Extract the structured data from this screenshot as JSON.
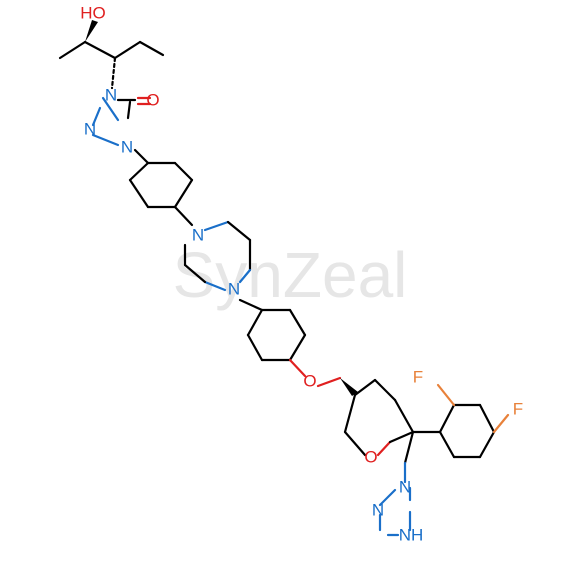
{
  "watermark": "SynZeal",
  "colors": {
    "carbon": "#000000",
    "nitrogen": "#1a6fc9",
    "oxygen": "#e02020",
    "fluorine": "#e8813a"
  },
  "atoms": {
    "oh": "HO",
    "n_triazolone_1": "N",
    "n_triazolone_2": "N",
    "o_carbonyl": "O",
    "n_triazolone_4": "N",
    "n_piperazine_top": "N",
    "n_piperazine_bottom": "N",
    "o_ether": "O",
    "o_ring": "O",
    "f_top": "F",
    "f_right": "F",
    "n_triazole_top": "N",
    "n_triazole_left": "N",
    "nh_triazole": "NH"
  }
}
